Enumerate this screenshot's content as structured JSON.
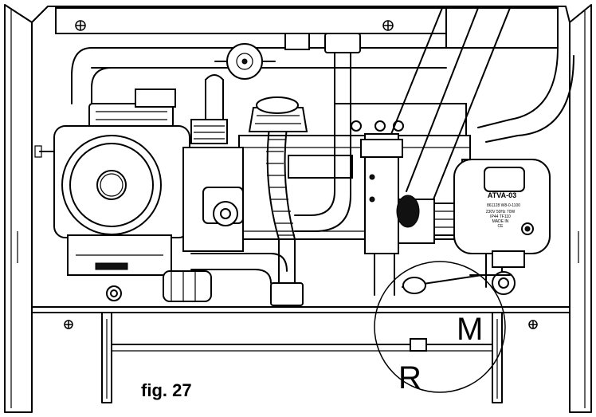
{
  "figure": {
    "caption": "fig. 27",
    "callout_labels": {
      "m": "M",
      "r": "R"
    },
    "pump_label": {
      "model": "ATVA-03",
      "serial": "861128 W8-0-1100",
      "fine_print_1": "230V  50Hz  70W",
      "fine_print_2": "IP44  TF110",
      "fine_print_3": "MADE IN",
      "fine_print_4": "CE"
    }
  }
}
